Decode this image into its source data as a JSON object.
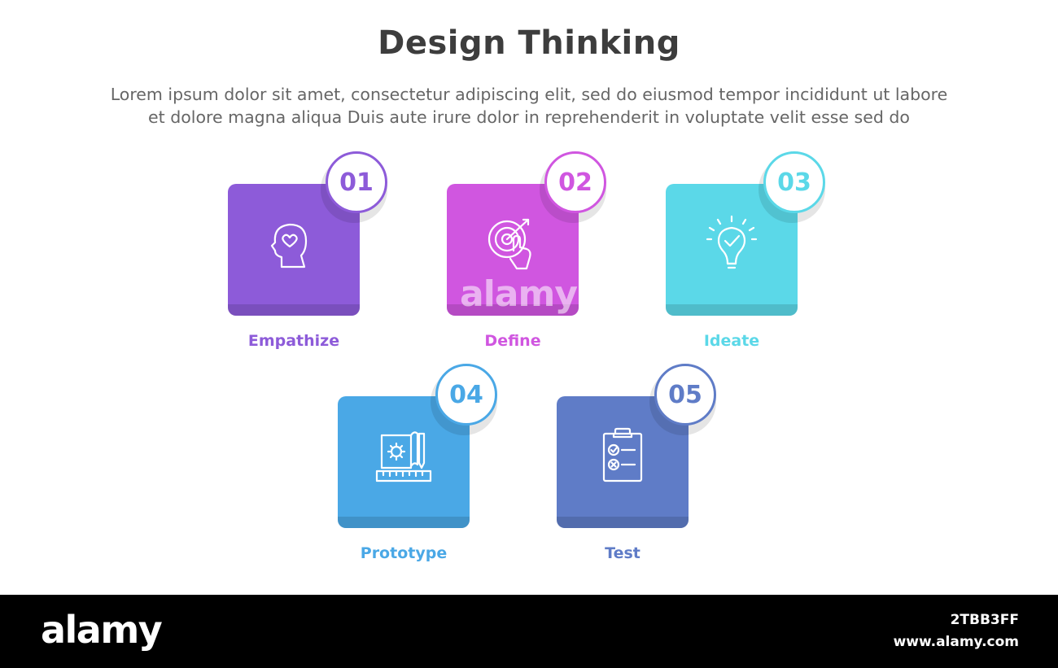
{
  "title": "Design Thinking",
  "subtitle_line1": "Lorem ipsum dolor sit amet, consectetur adipiscing elit, sed do eiusmod tempor incididunt ut labore",
  "subtitle_line2": "et dolore magna aliqua Duis aute irure dolor in reprehenderit in voluptate velit esse sed do",
  "steps": [
    {
      "number": "01",
      "label": "Empathize",
      "color": "#8d5bd9",
      "icon": "head-heart-icon"
    },
    {
      "number": "02",
      "label": "Define",
      "color": "#d056e0",
      "icon": "target-touch-icon"
    },
    {
      "number": "03",
      "label": "Ideate",
      "color": "#5bd8e8",
      "icon": "lightbulb-check-icon"
    },
    {
      "number": "04",
      "label": "Prototype",
      "color": "#4aa8e6",
      "icon": "blueprint-ruler-icon"
    },
    {
      "number": "05",
      "label": "Test",
      "color": "#5f7cc7",
      "icon": "clipboard-checklist-icon"
    }
  ],
  "watermark": "alamy",
  "footer": {
    "logo": "alamy",
    "image_id": "2TBB3FF",
    "site": "www.alamy.com"
  }
}
